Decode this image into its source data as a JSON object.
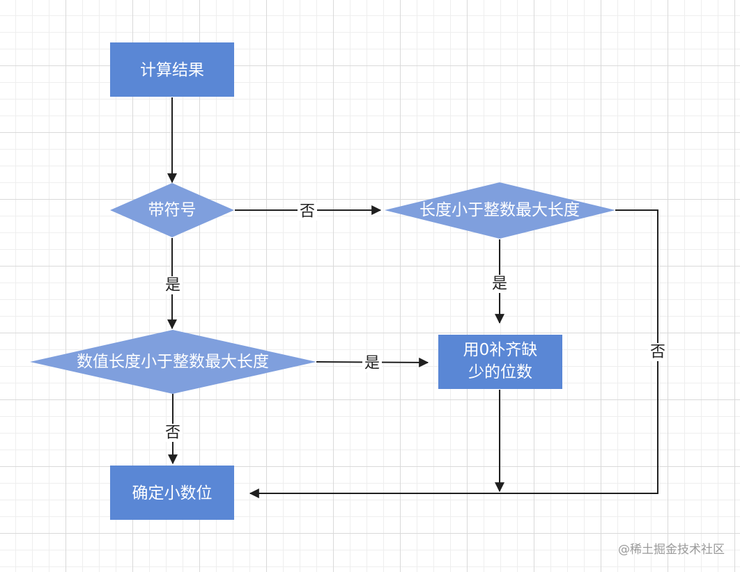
{
  "colors": {
    "box_fill": "#5a87d5",
    "diamond_fill": "#7f9fdd",
    "edge": "#1f1f1f",
    "grid": "#d9d9d9"
  },
  "nodes": {
    "calc_result": "计算结果",
    "signed": "带符号",
    "len_check_right": "长度小于整数最大长度",
    "value_len_check": "数值长度小于整数最大长度",
    "pad_zeros_line1": "用0补齐缺",
    "pad_zeros_line2": "少的位数",
    "decide_decimal": "确定小数位"
  },
  "edge_labels": {
    "signed_no": "否",
    "signed_yes": "是",
    "right_yes": "是",
    "right_no": "否",
    "value_yes": "是",
    "value_no": "否"
  },
  "watermark": "@稀土掘金技术社区"
}
